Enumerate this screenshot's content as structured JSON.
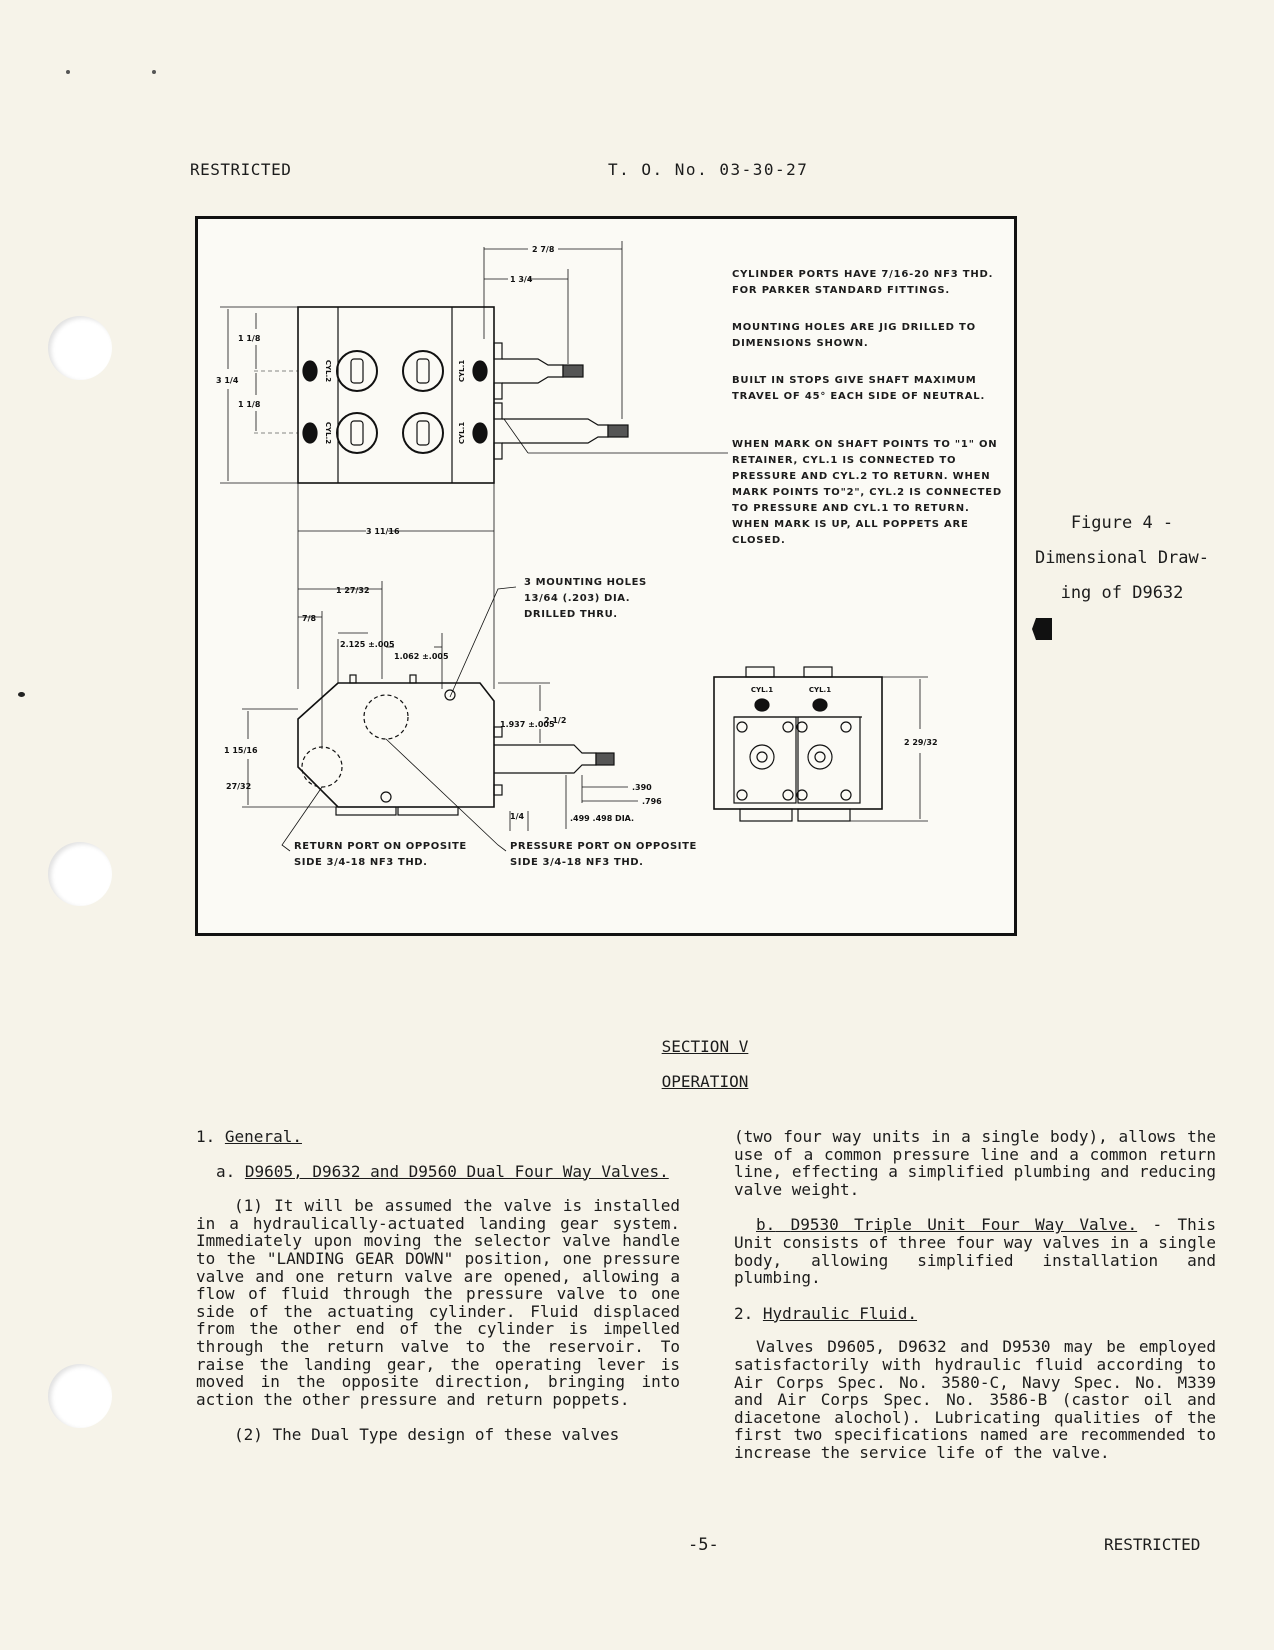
{
  "header": {
    "left": "RESTRICTED",
    "center": "T. O. No. 03-30-27"
  },
  "figure": {
    "notes": [
      "Cylinder ports have 7/16-20 NF3 thd. for Parker standard fittings.",
      "Mounting holes are jig drilled to dimensions shown.",
      "Built in stops give shaft maximum travel of 45° each side of neutral.",
      "When mark on shaft points to \"1\" on retainer, CYL.1 is connected to pressure and CYL.2 to return. When mark points to\"2\", CYL.2 is connected to pressure and CYL.1 to return. When mark is up, all poppets are closed."
    ],
    "callouts": {
      "mounting_holes": "3 MOUNTING HOLES 13/64 (.203) DIA. DRILLED THRU.",
      "return_port_line1": "RETURN PORT ON OPPOSITE",
      "return_port_line2": "SIDE 3/4-18 NF3 THD.",
      "pressure_port_line1": "PRESSURE PORT ON OPPOSITE",
      "pressure_port_line2": "SIDE 3/4-18 NF3 THD."
    },
    "dimensions": {
      "top_overall": "2 7/8",
      "top_shaft": "1 3/4",
      "height_total": "3 1/4",
      "height_upper": "1 1/8",
      "height_lower": "1 1/8",
      "width_body": "3 11/16",
      "end_a": "1 27/32",
      "end_b": "7/8",
      "end_c": "2.125 ±.005",
      "end_d": "1.062 ±.005",
      "end_e": "1.937 ±.005",
      "end_f": "2 1/2",
      "end_g": "1 15/16",
      "end_h": "27/32",
      "end_i": "1/4",
      "end_j": ".390",
      "end_k": ".796",
      "end_l": ".499 .498 DIA.",
      "side_height": "2 29/32"
    },
    "labels": {
      "cyl1": "CYL.1",
      "cyl2": "CYL.2"
    },
    "caption_lines": [
      "Figure 4 -",
      "Dimensional Draw-",
      "ing of D9632"
    ]
  },
  "section": {
    "number": "SECTION V",
    "title": "OPERATION"
  },
  "left_column": {
    "heading1_num": "1.",
    "heading1": "General.",
    "subheading_a_num": "a.",
    "subheading_a": "D9605, D9632 and D9560 Dual Four Way Valves.",
    "para1": "(1) It will be assumed the valve is installed in a hydraulically-actuated landing gear system. Immediately upon moving the selector valve handle to the \"LANDING GEAR DOWN\" position, one pressure valve and one return valve are opened, allowing a flow of fluid through the pressure valve to one side of the actuating cylinder. Fluid displaced from the other end of the cylinder is impelled through the return valve to the reservoir. To raise the landing gear, the operating lever is moved in the opposite direction, bringing into action the other pressure and return poppets.",
    "para2": "(2) The Dual Type design of these valves"
  },
  "right_column": {
    "para2_cont": "(two four way units in a single body), allows the use of a common pressure line and a common return line, effecting a simplified plumbing and reducing valve weight.",
    "subheading_b_num": "b.",
    "subheading_b": "D9530 Triple Unit Four Way Valve.",
    "para_b": "- This Unit consists of three four way valves in a single body, allowing simplified installation and plumbing.",
    "heading2_num": "2.",
    "heading2": "Hydraulic Fluid.",
    "para3": "Valves D9605, D9632 and D9530 may be employed satisfactorily with hydraulic fluid according to Air Corps Spec. No. 3580-C, Navy Spec. No. M339 and Air Corps Spec. No. 3586-B (castor oil and diacetone alochol). Lubricating qualities of the first two specifications named are recommended to increase the service life of the valve."
  },
  "footer": {
    "page": "-5-",
    "right": "RESTRICTED"
  }
}
